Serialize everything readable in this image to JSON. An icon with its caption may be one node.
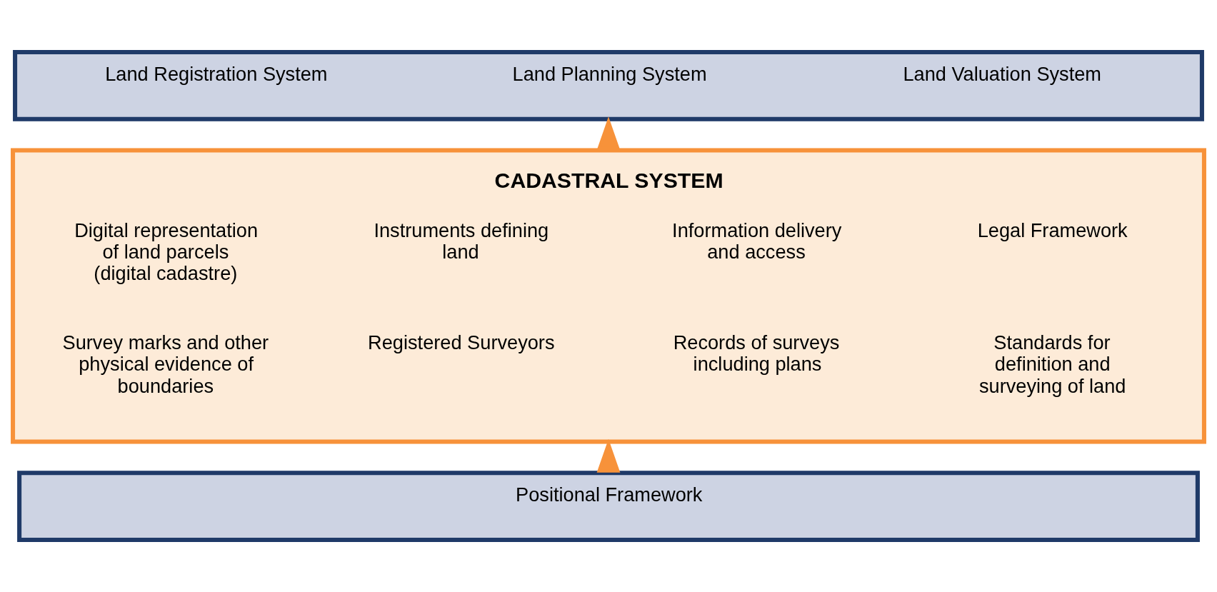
{
  "diagram": {
    "nodes": [
      {
        "text": [
          "Land Registration System",
          "Land Planning System",
          "Land Valuation System"
        ]
      },
      {
        "text": [
          "CADASTRAL SYSTEM",
          "Digital representation of land parcels (digital cadastre)",
          "Instruments defining land",
          "Information delivery and access",
          "Legal Framework",
          "Survey marks and other physical evidence of boundaries",
          "Registered Surveyors",
          "Records of surveys including plans",
          "Standards for definition and surveying of land"
        ]
      },
      {
        "text": [
          "Positional Framework"
        ]
      }
    ],
    "edges": [
      {
        "from": 2,
        "to": 1,
        "arrow": "to"
      },
      {
        "from": 1,
        "to": 0,
        "arrow": "to"
      }
    ]
  }
}
